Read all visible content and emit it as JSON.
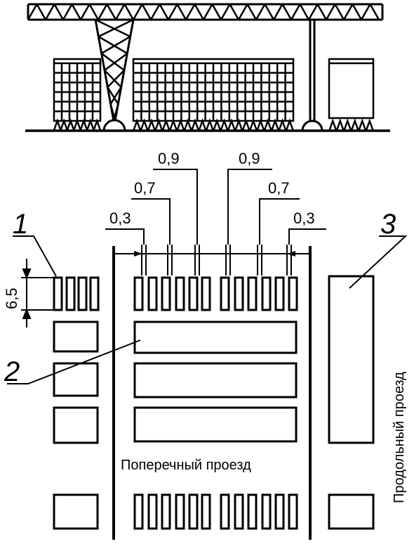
{
  "dimensions": {
    "d_03_left": "0,3",
    "d_07_left": "0,7",
    "d_09_left": "0,9",
    "d_09_right": "0,9",
    "d_07_right": "0,7",
    "d_03_right": "0,3",
    "d_65": "6,5"
  },
  "callouts": {
    "c1": "1",
    "c2": "2",
    "c3": "3"
  },
  "labels": {
    "transverse": "Поперечный проезд",
    "longitudinal": "Продольный проезд"
  }
}
